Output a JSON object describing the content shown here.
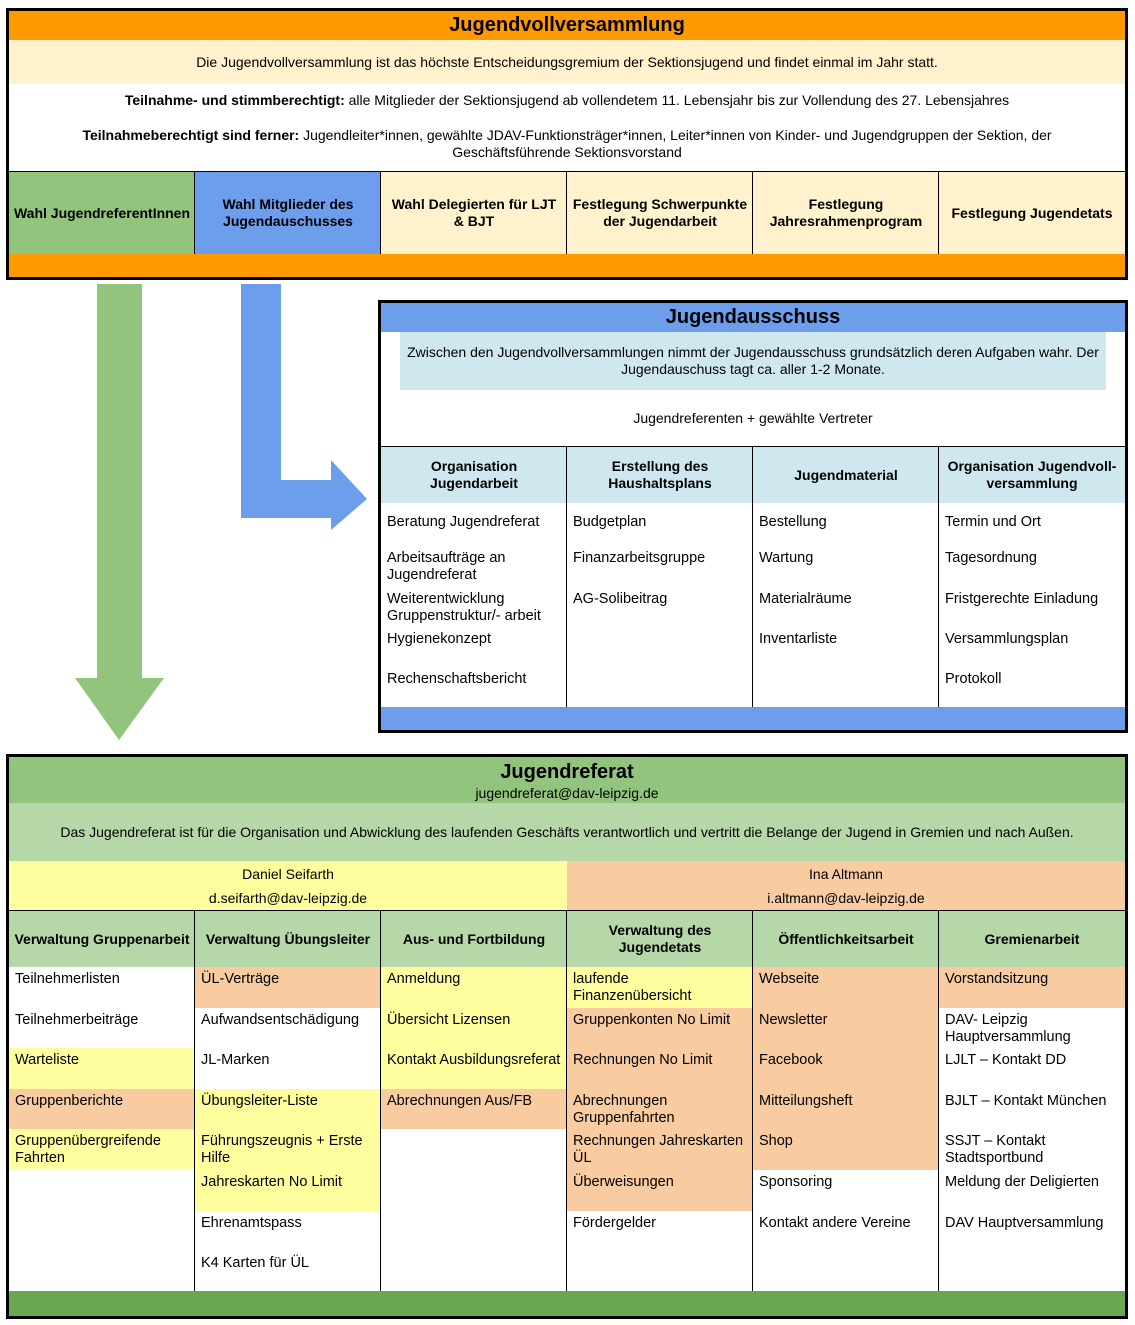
{
  "colors": {
    "orange": "#ff9900",
    "cream": "#fff2cc",
    "green": "#93c47d",
    "blue": "#6d9eeb",
    "lightblue": "#cfe8ef",
    "sage": "#b6d7a8",
    "yellow": "#fefe9e",
    "peach": "#f8cba0"
  },
  "versammlung": {
    "title": "Jugendvollversammlung",
    "description": "Die Jugendvollversammlung ist das höchste Entscheidungsgremium der Sektionsjugend und findet einmal im Jahr statt.",
    "line1_bold": "Teilnahme- und stimmberechtigt:",
    "line1_text": " alle Mitglieder der Sektionsjugend ab vollendetem 11. Lebensjahr bis zur Vollendung des 27. Lebensjahres",
    "line2_bold": "Teilnahmeberechtigt sind ferner:",
    "line2_text": " Jugendleiter*innen, gewählte JDAV-Funktionsträger*innen, Leiter*innen von Kinder- und Jugendgruppen der Sektion, der Geschäftsführende Sektionsvorstand",
    "tasks": [
      "Wahl JugendreferentInnen",
      "Wahl Mitglieder des Jugendauschusses",
      "Wahl Delegierten für LJT & BJT",
      "Festlegung Schwerpunkte der Jugendarbeit",
      "Festlegung Jahresrahmenprogram",
      "Festlegung Jugendetats"
    ]
  },
  "ausschuss": {
    "title": "Jugendausschuss",
    "description": "Zwischen den Jugendvollversammlungen nimmt der Jugendausschuss grundsätzlich deren Aufgaben wahr. Der Jugendauschuss tagt ca. aller 1-2 Monate.",
    "members": "Jugendreferenten +  gewählte Vertreter",
    "columns": [
      {
        "header": "Organisation Jugendarbeit",
        "items": [
          "Beratung Jugendreferat",
          "Arbeitsaufträge an Jugendreferat",
          "Weiterentwicklung Gruppenstruktur/- arbeit",
          "Hygienekonzept",
          "Rechenschaftsbericht"
        ]
      },
      {
        "header": "Erstellung des Haushaltsplans",
        "items": [
          "Budgetplan",
          "Finanzarbeitsgruppe",
          "AG-Solibeitrag",
          "",
          ""
        ]
      },
      {
        "header": "Jugendmaterial",
        "items": [
          "Bestellung",
          "Wartung",
          "Materialräume",
          "Inventarliste",
          ""
        ]
      },
      {
        "header": "Organisation Jugendvoll-versammlung",
        "items": [
          "Termin und Ort",
          "Tagesordnung",
          "Fristgerechte Einladung",
          "Versammlungsplan",
          "Protokoll"
        ]
      }
    ]
  },
  "referat": {
    "title": "Jugendreferat",
    "email": "jugendreferat@dav-leipzig.de",
    "description": "Das Jugendreferat ist für die Organisation und Abwicklung des laufenden Geschäfts verantwortlich und vertritt die Belange der Jugend in Gremien und nach Außen.",
    "person1": {
      "name": "Daniel Seifarth",
      "email": "d.seifarth@dav-leipzig.de"
    },
    "person2": {
      "name": "Ina Altmann",
      "email": "i.altmann@dav-leipzig.de"
    },
    "columns": [
      {
        "header": "Verwaltung Gruppenarbeit",
        "items": [
          "Teilnehmerlisten",
          "Teilnehmerbeiträge",
          "Warteliste",
          "Gruppenberichte",
          "Gruppenübergreifende Fahrten",
          "",
          "",
          ""
        ]
      },
      {
        "header": "Verwaltung Übungsleiter",
        "items": [
          "ÜL-Verträge",
          "Aufwandsentschädigung",
          "JL-Marken",
          "Übungsleiter-Liste",
          "Führungszeugnis + Erste Hilfe",
          "Jahreskarten No Limit",
          "Ehrenamtspass",
          "K4 Karten für ÜL"
        ]
      },
      {
        "header": "Aus- und Fortbildung",
        "items": [
          "Anmeldung",
          "Übersicht Lizensen",
          "Kontakt Ausbildungsreferat",
          "Abrechnungen Aus/FB",
          "",
          "",
          "",
          ""
        ]
      },
      {
        "header": "Verwaltung des Jugendetats",
        "items": [
          "laufende Finanzenübersicht",
          "Gruppenkonten No Limit",
          "Rechnungen No Limit",
          "Abrechnungen Gruppenfahrten",
          "Rechnungen Jahreskarten ÜL",
          "Überweisungen",
          "Fördergelder",
          ""
        ]
      },
      {
        "header": "Öffentlichkeitsarbeit",
        "items": [
          "Webseite",
          "Newsletter",
          "Facebook",
          "Mitteilungsheft",
          "Shop",
          "Sponsoring",
          "Kontakt andere Vereine",
          ""
        ]
      },
      {
        "header": "Gremienarbeit",
        "items": [
          "Vorstandsitzung",
          "DAV- Leipzig Hauptversammlung",
          "LJLT – Kontakt DD",
          "BJLT – Kontakt München",
          "SSJT – Kontakt Stadtsportbund",
          "Meldung der Deligierten",
          "DAV Hauptversammlung",
          ""
        ]
      }
    ]
  }
}
